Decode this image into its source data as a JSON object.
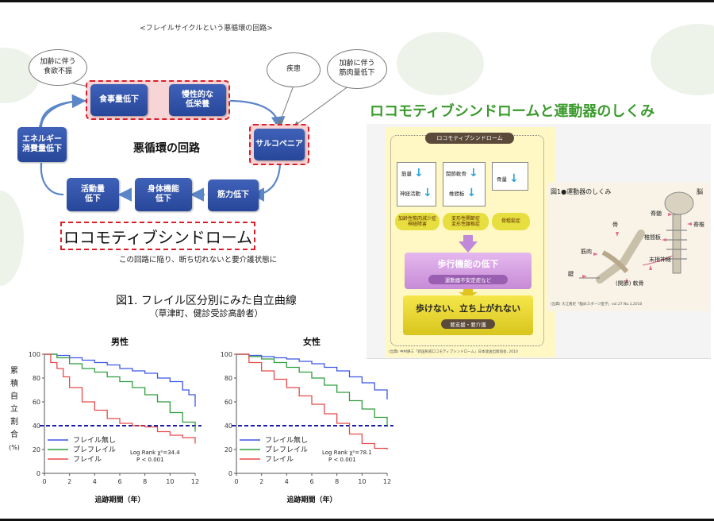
{
  "diagram": {
    "title": "<フレイルサイクルという悪循環の回路>",
    "center": "悪循環の回路",
    "boxes": {
      "food": "食事量低下",
      "malnutrition": "慢性的な\n低栄養",
      "sarcopenia": "サルコペニア",
      "muscle": "筋力低下",
      "physical": "身体機能\n低下",
      "activity": "活動量\n低下",
      "energy": "エネルギー\n消費量低下"
    },
    "bubbles": {
      "appetite": "加齢に伴う\n食欲不振",
      "disease": "疾患",
      "muscle_loss": "加齢に伴う\n筋肉量低下"
    },
    "locomotive": "ロコモティブシンドローム",
    "caption": "この回路に陥り、断ち切れないと要介護状態に"
  },
  "right": {
    "title": "ロコモティブシンドロームと運動器のしくみ",
    "flow": {
      "header": "ロコモティブシンドローム",
      "col1": [
        "筋量",
        "神経活動"
      ],
      "col2": [
        "関節軟骨",
        "椎間板"
      ],
      "col3": [
        "骨量"
      ],
      "pill1": "加齢性筋肉減少症\n神経障害",
      "pill2": "変形性関節症\n変形性腰椎症",
      "pill3": "骨粗鬆症",
      "walk_decline": "歩行機能の低下",
      "instability": "運動器不安定症など",
      "cannot_stand": "歩けない、立ち上がれない",
      "care": "要支援・要介護",
      "source": "(出典) 中村耕三「新国民病ロコモティブシンドローム」日本放送出版協会, 2010"
    },
    "anatomy": {
      "title": "図1●運動器のしくみ",
      "labels": {
        "brain": "脳",
        "spinal_cord": "脊髄",
        "spine": "脊椎",
        "bone": "骨",
        "disc": "椎間板",
        "muscle": "筋肉",
        "peripheral": "末梢神経",
        "tendon": "腱",
        "cartilage": "(関節) 軟骨"
      },
      "source": "(出典) 大江隆史「臨床スポーツ医学」vol.27 No.1,2010"
    }
  },
  "survival": {
    "title": "図1. フレイル区分別にみた自立曲線",
    "subtitle": "（草津町、健診受診高齢者）",
    "ylabel": [
      "累",
      "積",
      "自",
      "立",
      "割",
      "合",
      "(%)"
    ],
    "xlabel": "追跡期間（年）",
    "colors": {
      "none": "#3b57e6",
      "pre": "#2e9e3e",
      "frail": "#e84a4a",
      "ref": "#1a1aa8"
    }
  },
  "chart_data": [
    {
      "type": "line",
      "title": "男性",
      "xlabel": "追跡期間（年）",
      "ylabel": "累積自立割合 (%)",
      "xlim": [
        0,
        12
      ],
      "ylim": [
        0,
        100
      ],
      "xticks": [
        0,
        2,
        4,
        6,
        8,
        10,
        12
      ],
      "yticks": [
        0,
        20,
        40,
        60,
        80,
        100
      ],
      "reference_line": 40,
      "stat": {
        "test": "Log Rank",
        "chi2": "χ²=34.4",
        "p": "P < 0.001"
      },
      "series": [
        {
          "name": "フレイル無し",
          "x": [
            0,
            1,
            2,
            3,
            4,
            5,
            6,
            7,
            8,
            9,
            10,
            11,
            11.5,
            12
          ],
          "y": [
            100,
            99,
            97,
            95,
            93,
            91,
            88,
            86,
            84,
            80,
            77,
            70,
            66,
            56
          ]
        },
        {
          "name": "プレフレイル",
          "x": [
            0,
            1,
            2,
            3,
            4,
            5,
            6,
            7,
            8,
            9,
            10,
            11,
            12
          ],
          "y": [
            100,
            97,
            92,
            88,
            85,
            81,
            77,
            72,
            66,
            60,
            51,
            43,
            35
          ]
        },
        {
          "name": "フレイル",
          "x": [
            0,
            0.5,
            1,
            1.5,
            2,
            3,
            4,
            5,
            6,
            7,
            8,
            9,
            10,
            11,
            12
          ],
          "y": [
            100,
            93,
            88,
            81,
            72,
            60,
            53,
            46,
            42,
            40,
            39,
            35,
            32,
            30,
            25
          ]
        }
      ],
      "legend_position": "bottom-left"
    },
    {
      "type": "line",
      "title": "女性",
      "xlabel": "追跡期間（年）",
      "ylabel": "",
      "xlim": [
        0,
        12
      ],
      "ylim": [
        0,
        100
      ],
      "xticks": [
        0,
        2,
        4,
        6,
        8,
        10,
        12
      ],
      "yticks": [
        0,
        20,
        40,
        60,
        80,
        100
      ],
      "reference_line": 40,
      "stat": {
        "test": "Log Rank",
        "chi2": "χ²=78.1",
        "p": "P < 0.001"
      },
      "series": [
        {
          "name": "フレイル無し",
          "x": [
            0,
            1,
            2,
            3,
            4,
            5,
            6,
            7,
            8,
            9,
            10,
            11,
            12
          ],
          "y": [
            100,
            99,
            98,
            97,
            96,
            94,
            92,
            89,
            86,
            81,
            76,
            70,
            62
          ]
        },
        {
          "name": "プレフレイル",
          "x": [
            0,
            1,
            2,
            3,
            4,
            5,
            6,
            7,
            8,
            9,
            10,
            11,
            12
          ],
          "y": [
            100,
            98,
            96,
            93,
            89,
            85,
            80,
            74,
            68,
            61,
            54,
            47,
            40
          ]
        },
        {
          "name": "フレイル",
          "x": [
            0,
            1,
            2,
            3,
            4,
            5,
            6,
            7,
            8,
            9,
            10,
            11,
            12
          ],
          "y": [
            100,
            93,
            86,
            79,
            72,
            65,
            58,
            50,
            42,
            33,
            25,
            21,
            20
          ]
        }
      ],
      "legend_position": "bottom-left"
    }
  ]
}
